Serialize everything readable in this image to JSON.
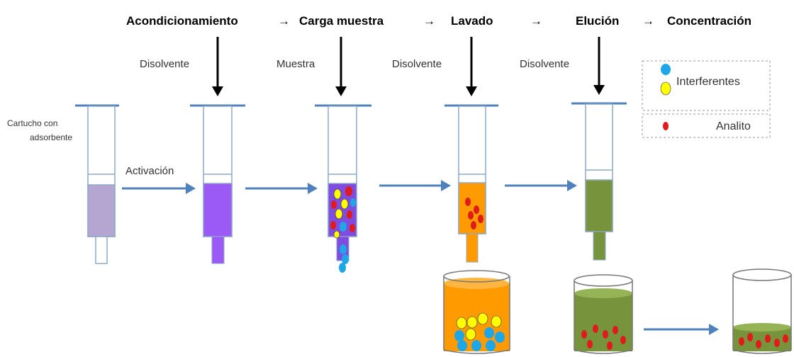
{
  "steps": {
    "conditioning": "Acondicionamiento",
    "sample_load": "Carga  muestra",
    "washing": "Lavado",
    "elution": "Elución",
    "concentration": "Concentración",
    "arrow": "→"
  },
  "solvents": {
    "s1": "Disolvente",
    "sample": "Muestra",
    "s2": "Disolvente",
    "s3": "Disolvente"
  },
  "cartridge": {
    "line1": "Cartucho con",
    "line2": "adsorbente"
  },
  "activation": "Activación",
  "legend": {
    "interferents": "Interferentes",
    "analyte": "Analito"
  },
  "colors": {
    "sorbent_initial": "#b4a6d0",
    "sorbent_activated": "#9b59f5",
    "wash_orange": "#ff9b00",
    "elution_green": "#77933c",
    "arrow_blue": "#4f81bd",
    "cap_blue": "#4f81bd",
    "interferent_blue": "#1fa6e6",
    "interferent_yellow": "#ffff00",
    "analyte_red": "#e01b1b"
  }
}
